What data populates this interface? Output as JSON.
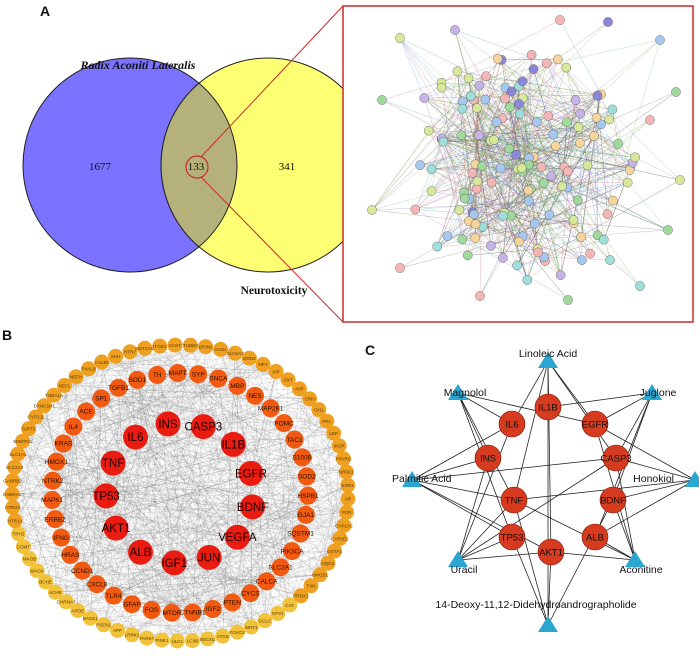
{
  "panel_a": {
    "label": "A",
    "left_set_label": "Radix Aconiti Lateralis",
    "right_set_label": "Neurotoxicity",
    "left_only_count": "1677",
    "intersection_count": "133",
    "right_only_count": "341",
    "colors": {
      "left": "#7b72ff",
      "right": "#ffff73",
      "overlap": "#b4b27a",
      "zoom_box": "#cc2a2a"
    }
  },
  "panel_b": {
    "label": "B",
    "inner_ring": [
      "CASP3",
      "IL1B",
      "EGFR",
      "BDNF",
      "VEGFA",
      "JUN",
      "IGF1",
      "ALB",
      "AKT1",
      "TP53",
      "TNF",
      "IL6",
      "INS"
    ],
    "middle_ring": [
      "TH",
      "MAPT",
      "SYP",
      "SNCA",
      "MBP",
      "NES",
      "MAP2K1",
      "POMC",
      "TAC1",
      "S100B",
      "SOD2",
      "HSPB1",
      "GJA1",
      "SQSTM1",
      "PIK3CA",
      "SLC2A1",
      "CALCA",
      "CYCS",
      "PTEN",
      "IGF2",
      "CTNNB1",
      "MTOR",
      "FOS",
      "GFAP",
      "TLR4",
      "CXCL8",
      "CCND1",
      "HRAS",
      "IFNG",
      "ERBB2",
      "MAPK1",
      "NTRK2",
      "HMOX1",
      "KRAS",
      "IL4",
      "ACE",
      "SP1",
      "TGFB1",
      "SOD1"
    ],
    "outer_ring": [
      "CHAT",
      "TUBB3",
      "GRIN1",
      "GAD1",
      "SLC6A3",
      "DRD2",
      "NPY",
      "VIP",
      "OXT",
      "AVP",
      "CRH",
      "GH1",
      "PRL",
      "LEP",
      "INSR",
      "PPARG",
      "NR3C1",
      "ESR1",
      "AR",
      "PGR",
      "CYP1A2",
      "CYP2E1",
      "GSTA1",
      "NQO1",
      "HMGB1",
      "TXN",
      "PRDX1",
      "CAT",
      "GPX1",
      "GCLC",
      "SIRT1",
      "FOXO3",
      "ATG5",
      "BECN1",
      "LC3B",
      "ULK1",
      "PINK1",
      "PARK7",
      "LRRK2",
      "APP",
      "PSEN1",
      "BACE1",
      "APOE",
      "CHRNA7",
      "ACHE",
      "BCHE",
      "MAOA",
      "MAOB",
      "COMT",
      "TPH2",
      "HTR1A",
      "HTR2A",
      "GABRA1",
      "GABRB2",
      "SLC2A3",
      "SLC1A3",
      "SEBPIN1",
      "SIRT3",
      "CYP2J2",
      "DYNC1H1",
      "TUBA1A",
      "NEFL",
      "NEFH",
      "PVALB",
      "CALB1",
      "SHH",
      "HTR7",
      "NOTCH1",
      "ITGB1"
    ]
  },
  "panel_c": {
    "label": "C",
    "compounds": [
      "Linoleic Acid",
      "Magnolol",
      "Juglone",
      "Palmitic Acid",
      "Honokiol",
      "Uracil",
      "Aconitine",
      "14-Deoxy-11,12-Didehydroandrographolide"
    ],
    "targets": [
      "IL6",
      "IL1B",
      "EGFR",
      "INS",
      "CASP3",
      "TNF",
      "BDNF",
      "TP53",
      "AKT1",
      "ALB"
    ]
  }
}
